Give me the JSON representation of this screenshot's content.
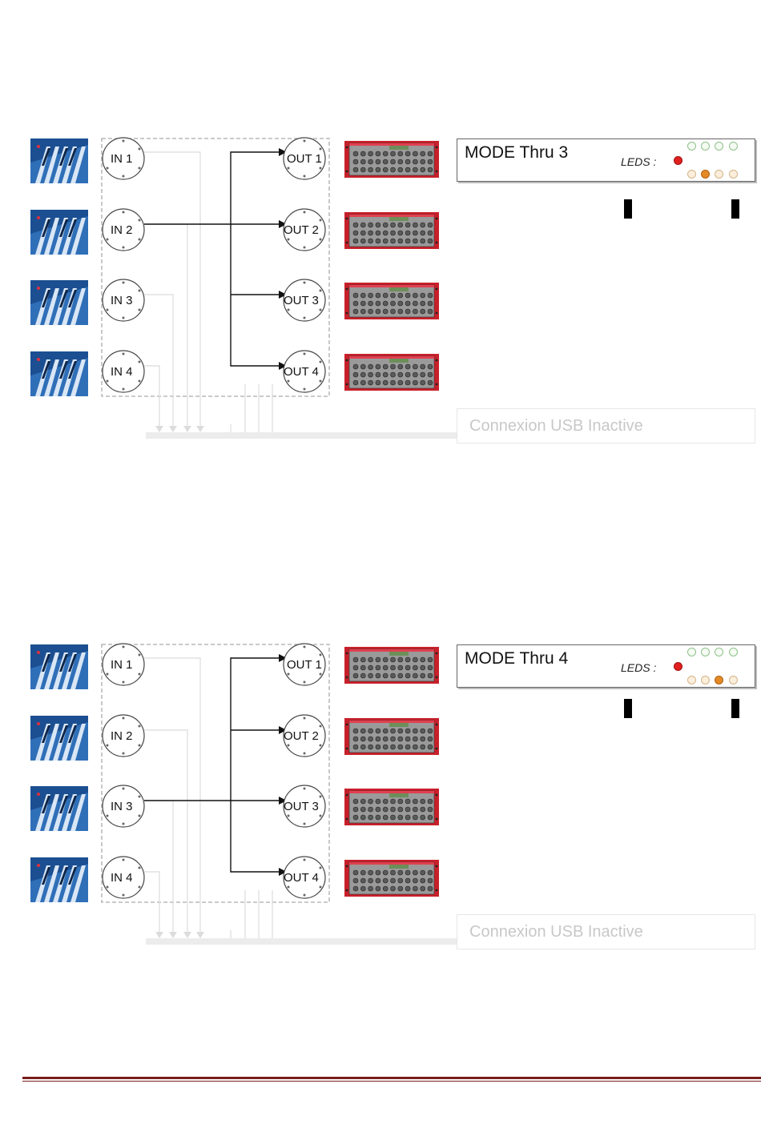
{
  "diagrams": [
    {
      "mode_title": "MODE Thru 3",
      "leds_label": "LEDS :",
      "active_input": 2,
      "led_top_row": [
        "off-green",
        "off-green",
        "off-green",
        "off-green"
      ],
      "led_bottom_row": [
        "off-amber",
        "on-amber",
        "off-amber",
        "off-amber"
      ],
      "usb_status": "Connexion USB Inactive"
    },
    {
      "mode_title": "MODE Thru 4",
      "leds_label": "LEDS :",
      "active_input": 3,
      "led_top_row": [
        "off-green",
        "off-green",
        "off-green",
        "off-green"
      ],
      "led_bottom_row": [
        "off-amber",
        "off-amber",
        "on-amber",
        "off-amber"
      ],
      "usb_status": "Connexion USB Inactive"
    }
  ],
  "inputs": [
    "IN 1",
    "IN 2",
    "IN 3",
    "IN 4"
  ],
  "outputs": [
    "OUT 1",
    "OUT 2",
    "OUT 3",
    "OUT 4"
  ],
  "colors": {
    "led_red": "#e0201f",
    "led_amber_on": "#e38a27",
    "keyboard_blue": "#2f6fb8",
    "rack_red": "#c8202a",
    "footer_rule": "#7a1c1c"
  }
}
